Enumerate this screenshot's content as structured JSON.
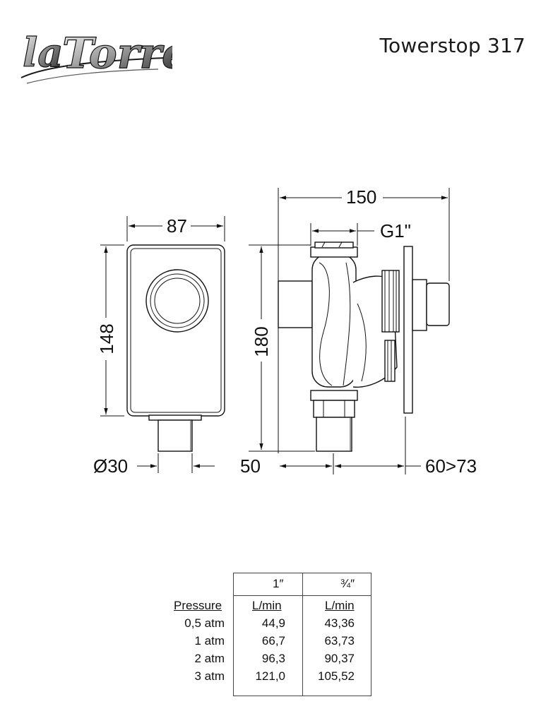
{
  "brand": {
    "logo_text": "laTorre"
  },
  "product": {
    "title": "Towerstop 317"
  },
  "drawing": {
    "dim_width_front": "87",
    "dim_height_front": "148",
    "dim_pipe_diameter": "Ø30",
    "dim_total_depth": "150",
    "dim_thread": "G1\"",
    "dim_height_side": "180",
    "dim_offset": "50",
    "dim_wall_range": "60>73"
  },
  "flow_table": {
    "col_headers": [
      "1″",
      "¾″"
    ],
    "row_header": "Pressure",
    "units": [
      "L/min",
      "L/min"
    ],
    "rows": [
      {
        "pressure": "0,5 atm",
        "v1": "44,9",
        "v2": "43,36"
      },
      {
        "pressure": "1 atm",
        "v1": "66,7",
        "v2": "63,73"
      },
      {
        "pressure": "2 atm",
        "v1": "96,3",
        "v2": "90,37"
      },
      {
        "pressure": "3 atm",
        "v1": "121,0",
        "v2": "105,52"
      }
    ]
  }
}
